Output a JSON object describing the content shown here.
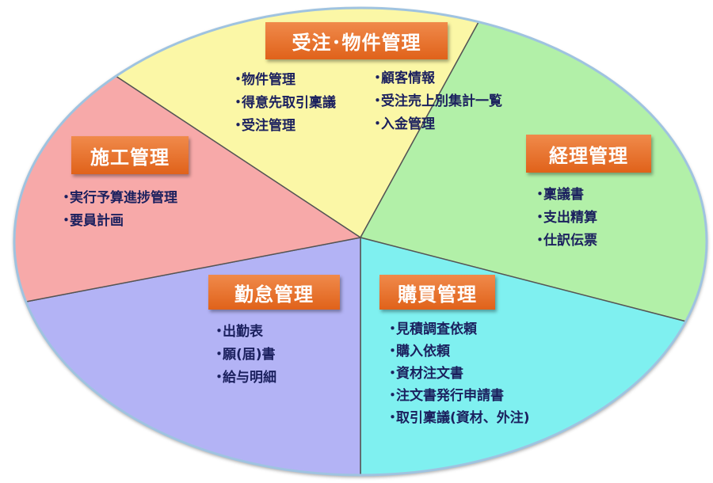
{
  "sections": {
    "juchu": {
      "title": "受注･物件管理",
      "items_left": [
        "物件管理",
        "得意先取引稟議",
        "受注管理"
      ],
      "items_right": [
        "顧客情報",
        "受注売上別集計一覧",
        "入金管理"
      ],
      "color": "#fbf7a6"
    },
    "seko": {
      "title": "施工管理",
      "items": [
        "実行予算進捗管理",
        "要員計画"
      ],
      "color": "#f7a9a9"
    },
    "keiri": {
      "title": "経理管理",
      "items": [
        "稟議書",
        "支出精算",
        "仕訳伝票"
      ],
      "color": "#b2f0a8"
    },
    "kintai": {
      "title": "勤怠管理",
      "items": [
        "出勤表",
        "願(届)書",
        "給与明細"
      ],
      "color": "#b3b3f5"
    },
    "kobai": {
      "title": "購買管理",
      "items": [
        "見積調査依頼",
        "購入依頼",
        "資材注文書",
        "注文書発行申請書",
        "取引稟議(資材、外注)"
      ],
      "color": "#7ff0f0"
    }
  }
}
